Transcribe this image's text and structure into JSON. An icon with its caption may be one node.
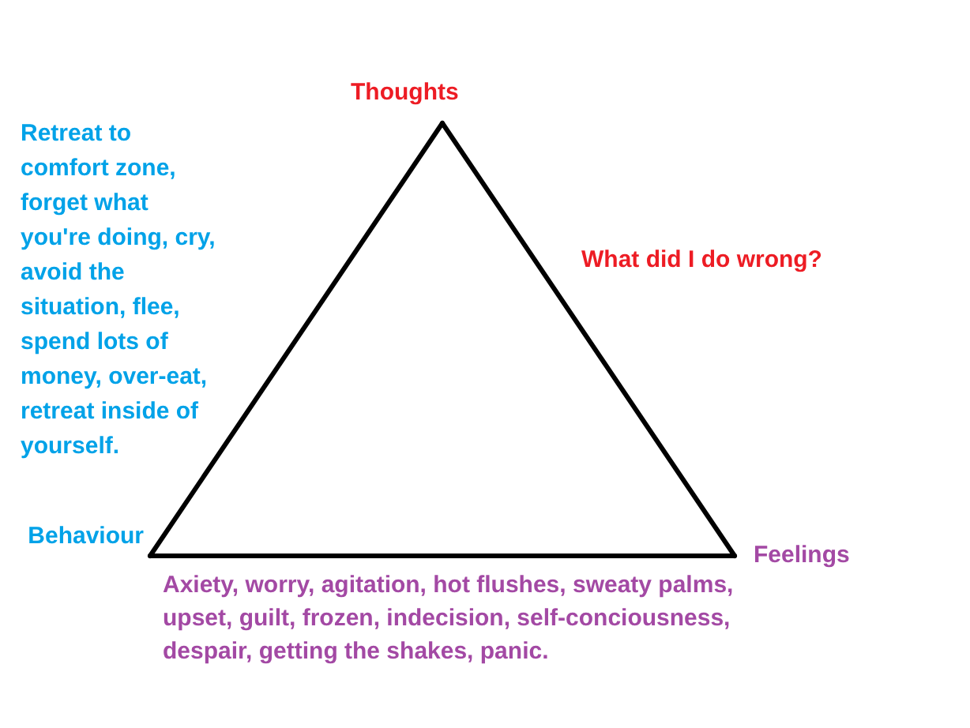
{
  "diagram": {
    "nodes": [
      {
        "text": [
          "Thoughts"
        ]
      },
      {
        "text": [
          "Behaviour"
        ]
      },
      {
        "text": [
          "Feelings"
        ],
        "beside": [
          "Axiety, worry, agitation, hot flushes, sweaty palms, upset, guilt, frozen, indecision, self-conciousness, despair, getting the shakes, panic."
        ]
      }
    ],
    "edges": [
      {
        "from": 0,
        "to": 1,
        "arrow": "none"
      },
      {
        "from": 1,
        "to": 2,
        "arrow": "none"
      },
      {
        "from": 2,
        "to": 0,
        "arrow": "none"
      }
    ],
    "labels": [
      "Retreat to comfort zone, forget what you're doing, cry, avoid the situation, flee, spend lots of money, over-eat, retreat inside of yourself.",
      "What did I do wrong?"
    ]
  }
}
